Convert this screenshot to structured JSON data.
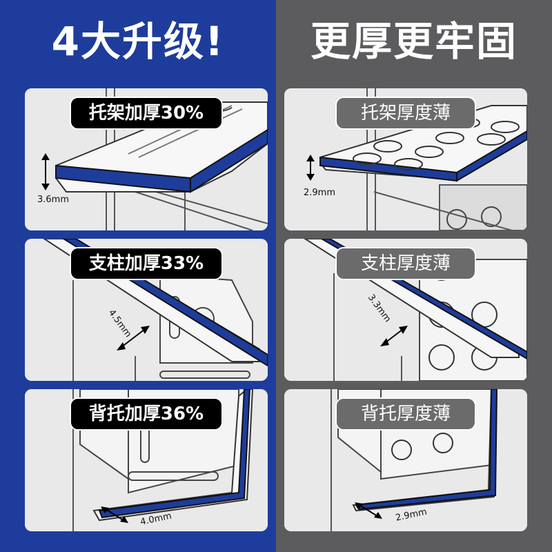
{
  "header": {
    "left_title": "4大升级!",
    "right_title": "更厚更牢固"
  },
  "colors": {
    "left_background": "#1e3c9b",
    "right_background": "#5c5c5e",
    "accent_blue": "#1e3c9b",
    "panel_background": "#e9e9ea"
  },
  "rows": [
    {
      "upgraded": {
        "label": "托架加厚30%",
        "dimension": "3.6mm"
      },
      "standard": {
        "label": "托架厚度薄",
        "dimension": "2.9mm"
      }
    },
    {
      "upgraded": {
        "label": "支柱加厚33%",
        "dimension": "4.5mm"
      },
      "standard": {
        "label": "支柱厚度薄",
        "dimension": "3.3mm"
      }
    },
    {
      "upgraded": {
        "label": "背托加厚36%",
        "dimension": "4.0mm"
      },
      "standard": {
        "label": "背托厚度薄",
        "dimension": "2.9mm"
      }
    }
  ]
}
